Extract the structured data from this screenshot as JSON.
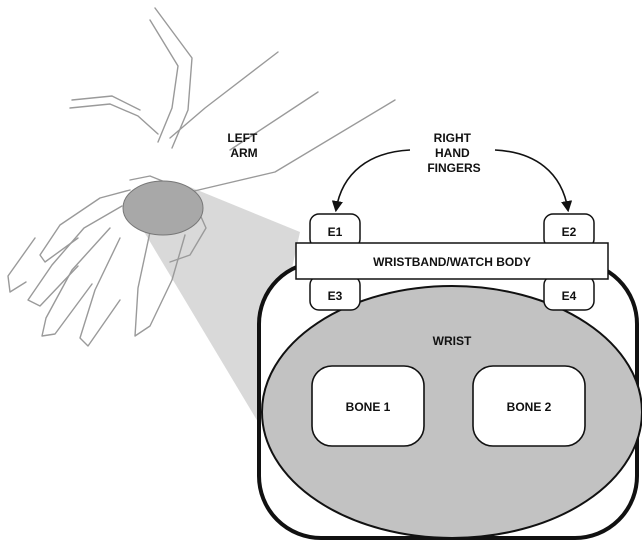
{
  "labels": {
    "left_arm": [
      "LEFT",
      "ARM"
    ],
    "right_hand_fingers": [
      "RIGHT",
      "HAND",
      "FINGERS"
    ],
    "wristband": "WRISTBAND/WATCH BODY",
    "wrist": "WRIST",
    "bone_1": "BONE 1",
    "bone_2": "BONE 2"
  },
  "electrodes": [
    "E1",
    "E2",
    "E3",
    "E4"
  ],
  "colors": {
    "outline": "#111111",
    "wrist_fill": "#c2c2c2",
    "projection_fill": "#d9d9d9",
    "spot_fill": "#a8a8a8",
    "arm_stroke": "#9a9a9a",
    "background": "#ffffff"
  }
}
